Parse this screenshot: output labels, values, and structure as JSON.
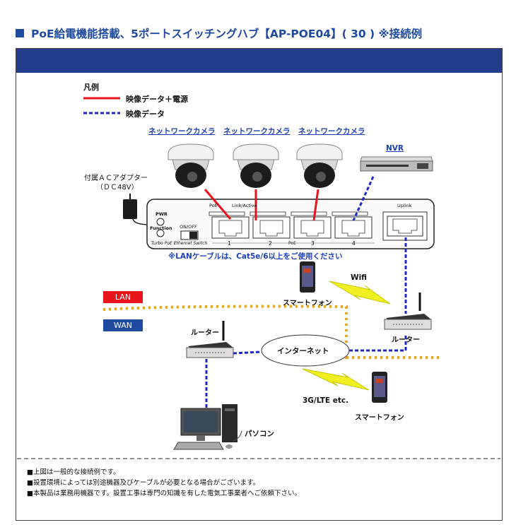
{
  "title": {
    "text": "PoE給電機能搭載、5ポートスイッチングハブ【AP-POE04】( 30 ) ※接続例",
    "accent": "#1e4aa0"
  },
  "legend": {
    "heading": "凡例",
    "items": [
      {
        "label": "映像データ＋電源",
        "color": "#e8141c",
        "style": "solid"
      },
      {
        "label": "映像データ",
        "color": "#1e28c8",
        "style": "dashed"
      }
    ]
  },
  "cameras": {
    "labels": [
      "ネットワークカメラ",
      "ネットワークカメラ",
      "ネットワークカメラ"
    ]
  },
  "nvr": {
    "label": "NVR"
  },
  "adapter": {
    "label_line1": "付属ＡＣアダプター",
    "label_line2": "（ＤＣ48V）"
  },
  "switch": {
    "pwr": "PWR",
    "function": "Function",
    "onoff": "ON/OFF",
    "poe_label": "PoE",
    "link_label": "Link/Active",
    "uplink_label": "Uplink",
    "model": "Turbo PoE Ethernet Switch",
    "port_numbers": [
      "1",
      "2",
      "PoE",
      "3",
      "4"
    ],
    "cable_note": "※LANケーブルは、Cat5e/6以上をご使用ください"
  },
  "network": {
    "lan_tag": "LAN",
    "lan_color": "#e8141c",
    "wan_tag": "WAN",
    "wan_color": "#1e4aa0",
    "wifi": "Wifi",
    "smartphone_top": "スマートフォン",
    "router_right": "ルーター",
    "router_left": "ルーター",
    "internet": "インターネット",
    "mobile": "3G/LTE etc.",
    "smartphone_bottom": "スマートフォン",
    "pc": "パソコン",
    "lan_line_color": "#e8a020"
  },
  "notes": [
    "■上図は一般的な接続例です。",
    "■設置環境によっては別途機器及びケーブルが必要となる場合がございます。",
    "■本製品は業務用機器です。設置工事は専門の知識を有した電気工事業者へご依頼下さい。"
  ]
}
